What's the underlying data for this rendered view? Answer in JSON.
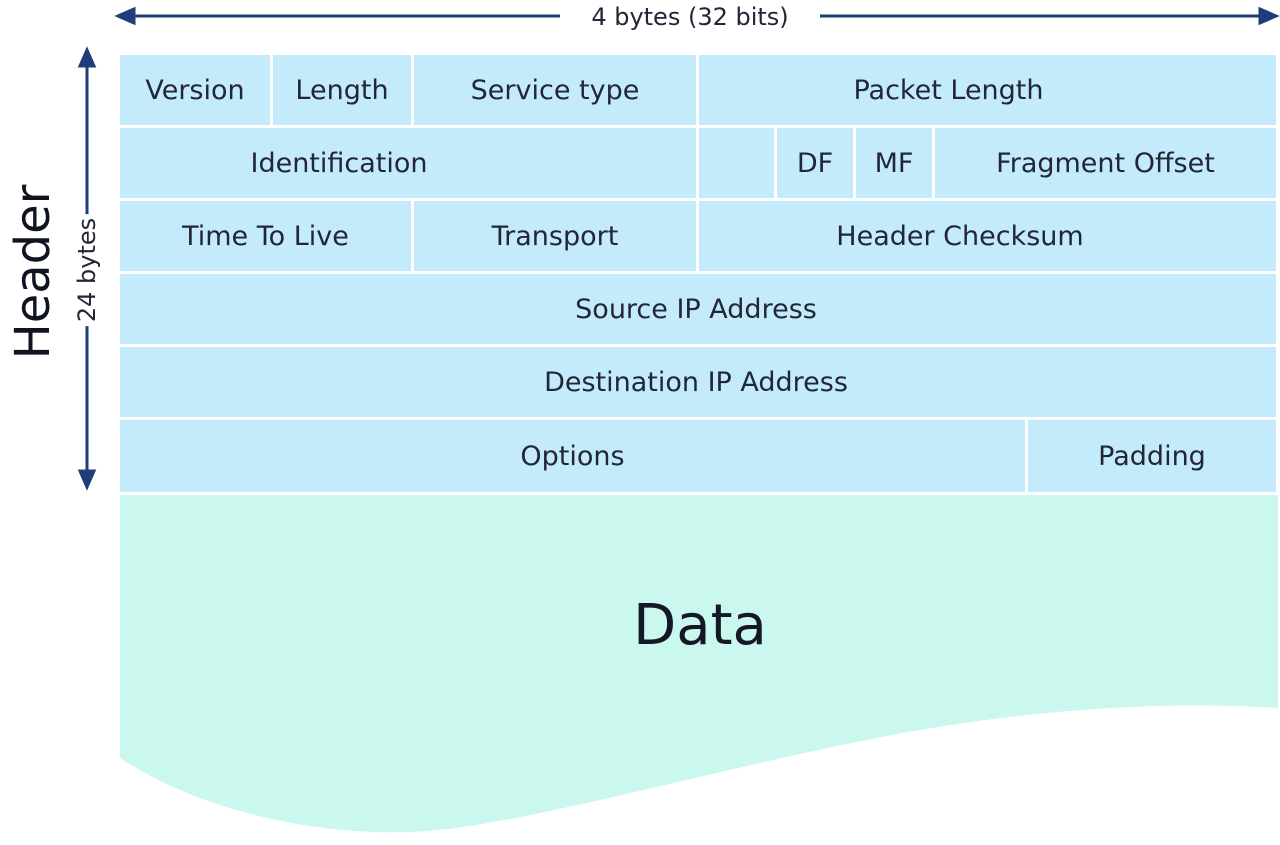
{
  "dimensions": {
    "width_label": "4 bytes (32 bits)",
    "height_label": "24 bytes"
  },
  "header_title": "Header",
  "rows": [
    [
      {
        "id": "version",
        "label": "Version"
      },
      {
        "id": "length",
        "label": "Length"
      },
      {
        "id": "service-type",
        "label": "Service type"
      },
      {
        "id": "packet-length",
        "label": "Packet Length"
      }
    ],
    [
      {
        "id": "identification",
        "label": "Identification"
      },
      {
        "id": "reserved-flag",
        "label": ""
      },
      {
        "id": "df",
        "label": "DF"
      },
      {
        "id": "mf",
        "label": "MF"
      },
      {
        "id": "fragment-offset",
        "label": "Fragment Offset"
      }
    ],
    [
      {
        "id": "time-to-live",
        "label": "Time To Live"
      },
      {
        "id": "transport",
        "label": "Transport"
      },
      {
        "id": "header-checksum",
        "label": "Header Checksum"
      }
    ],
    [
      {
        "id": "source-ip",
        "label": "Source IP Address"
      }
    ],
    [
      {
        "id": "destination-ip",
        "label": "Destination IP Address"
      }
    ],
    [
      {
        "id": "options",
        "label": "Options"
      },
      {
        "id": "padding",
        "label": "Padding"
      }
    ]
  ],
  "data_label": "Data",
  "colors": {
    "header_fill": "#c4ebfb",
    "data_fill": "#cbf8ee",
    "arrow": "#1f3d7a"
  }
}
